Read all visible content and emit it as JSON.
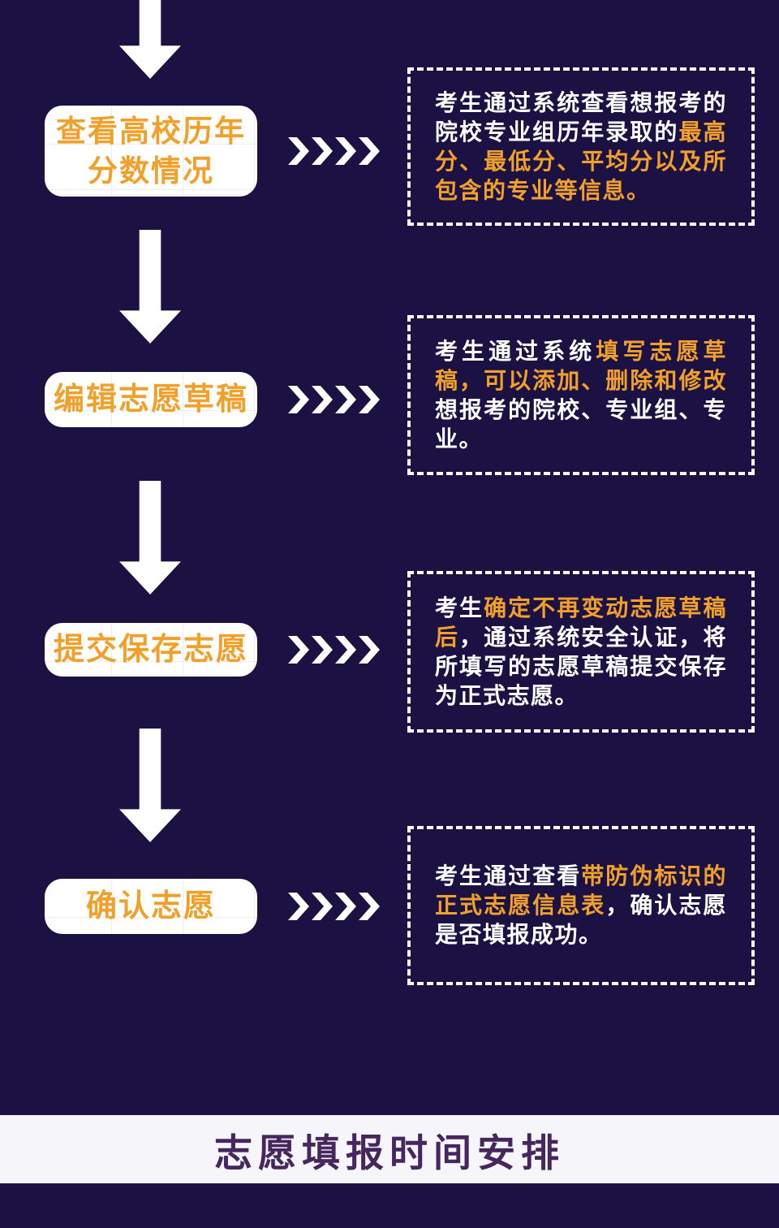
{
  "theme": {
    "background": "#1b1243",
    "accent": "#f1a12b",
    "box_bg": "#ffffff",
    "banner_bg": "#f6f5f9",
    "banner_text_color": "#46265e"
  },
  "icons": {
    "down_arrow": "↓",
    "chevron_right": "❯"
  },
  "flow": {
    "steps": [
      {
        "title": "查看高校历年分数情况",
        "title_lines": [
          "查看高校历年",
          "分数情况"
        ],
        "desc": [
          {
            "t": "考生通过系统查看想报考的院校专业组历年录取的",
            "hl": false
          },
          {
            "t": "最高分、最低分、平均分以及所包含的专业等信息。",
            "hl": true
          }
        ]
      },
      {
        "title": "编辑志愿草稿",
        "title_lines": [
          "编辑志愿草稿"
        ],
        "desc": [
          {
            "t": "考生通过系统",
            "hl": false
          },
          {
            "t": "填写志愿草稿，可以添加、删除和修改",
            "hl": true
          },
          {
            "t": "想报考的院校、专业组、专业。",
            "hl": false
          }
        ]
      },
      {
        "title": "提交保存志愿",
        "title_lines": [
          "提交保存志愿"
        ],
        "desc": [
          {
            "t": "考生",
            "hl": false
          },
          {
            "t": "确定不再变动志愿草稿后",
            "hl": true
          },
          {
            "t": "，通过系统安全认证，将所填写的志愿草稿提交保存为正式志愿。",
            "hl": false
          }
        ]
      },
      {
        "title": "确认志愿",
        "title_lines": [
          "确认志愿"
        ],
        "desc": [
          {
            "t": "考生通过查看",
            "hl": false
          },
          {
            "t": "带防伪标识的正式志愿信息表",
            "hl": true
          },
          {
            "t": "，确认志愿是否填报成功。",
            "hl": false
          }
        ]
      }
    ]
  },
  "banner": {
    "label": "志愿填报时间安排"
  }
}
